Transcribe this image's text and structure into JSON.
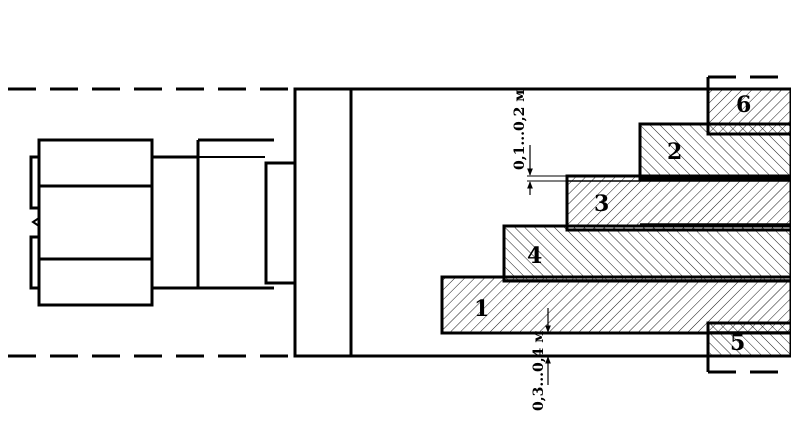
{
  "layer_labels": [
    "1",
    "2",
    "3",
    "4",
    "5",
    "6"
  ],
  "dimensions": {
    "top_gap": "0,1...0,2 м",
    "bottom_gap": "0,3...0,4 м"
  },
  "colors": {
    "stroke": "#000000",
    "background": "#ffffff",
    "hatch": "#000000"
  }
}
